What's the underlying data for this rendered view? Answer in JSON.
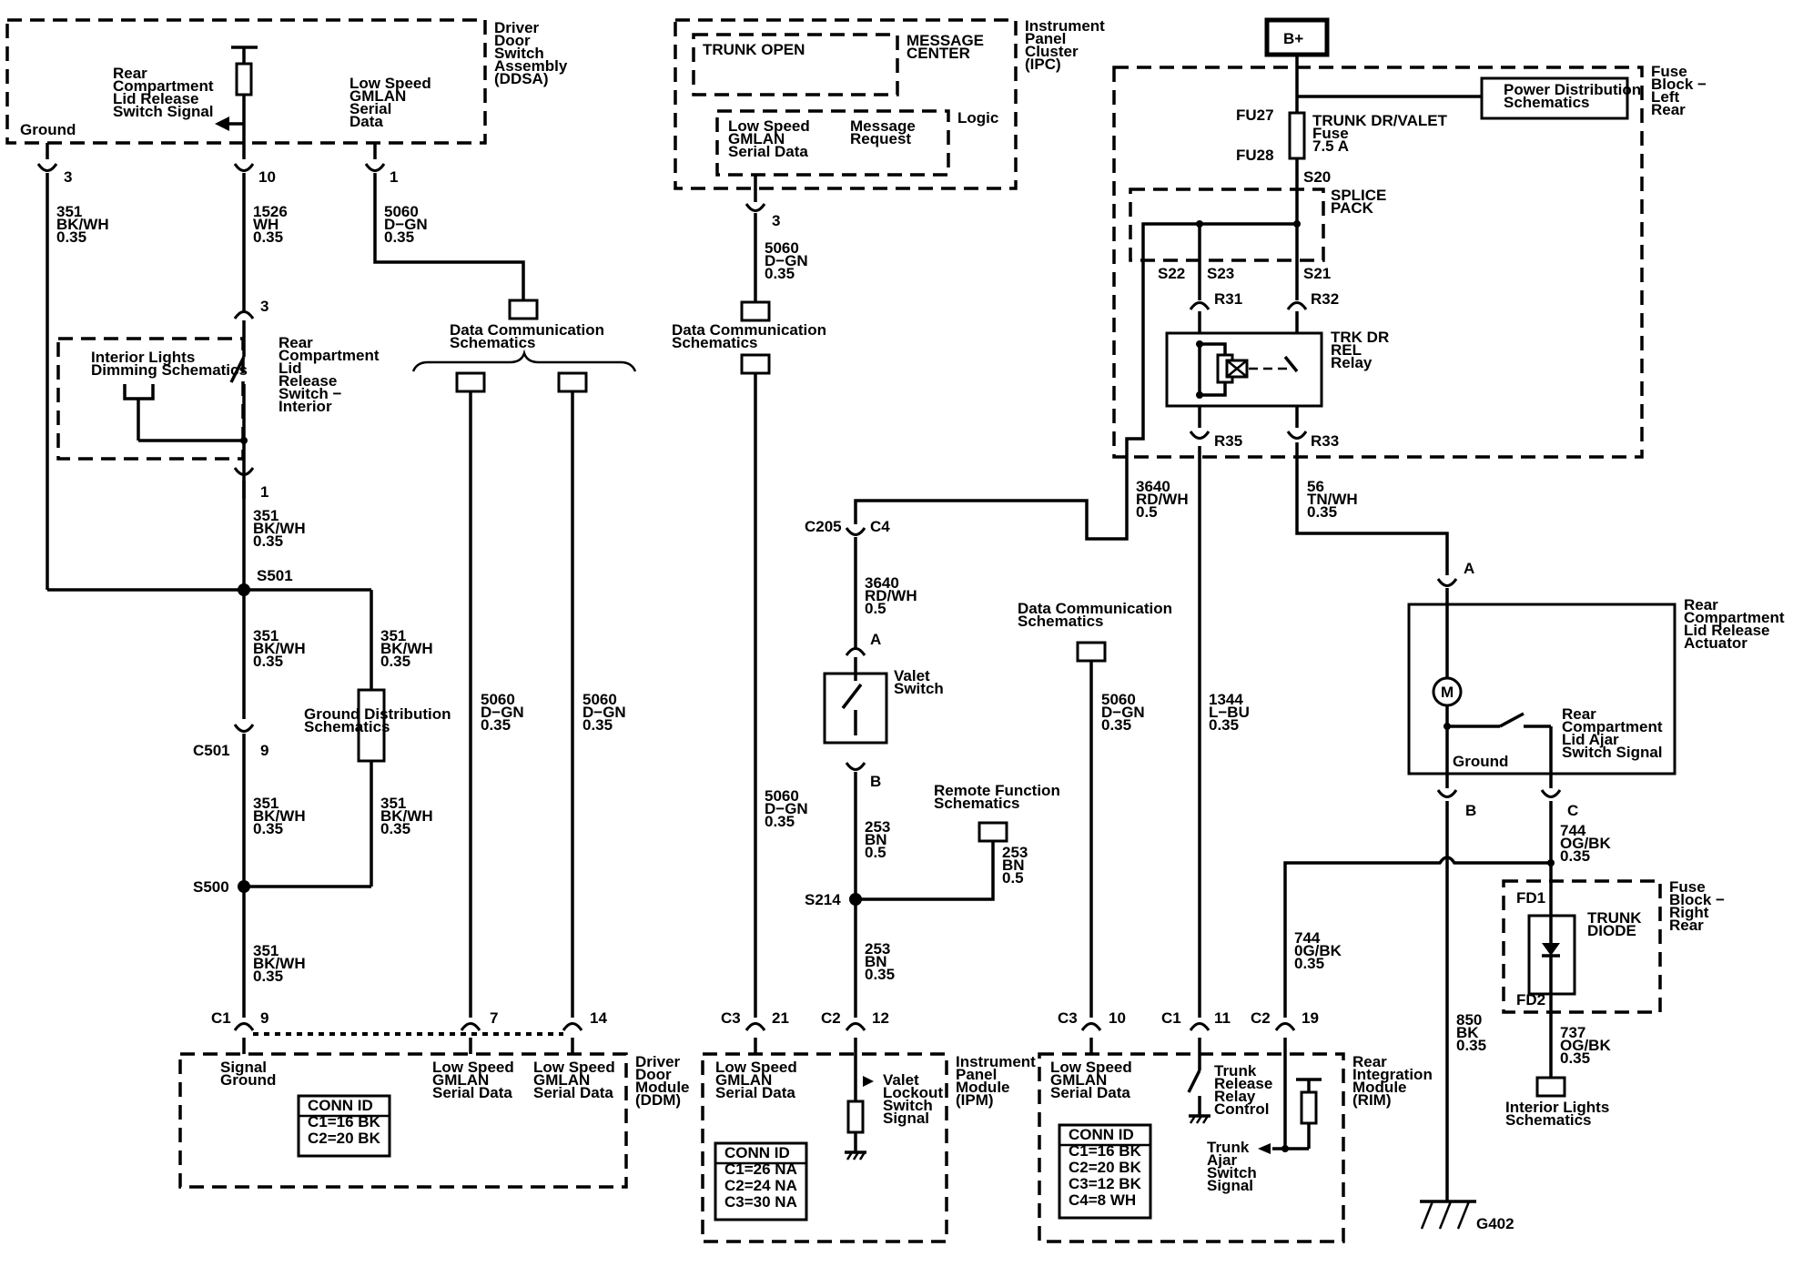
{
  "labels": {
    "ddsa_title": [
      "Driver",
      "Door",
      "Switch",
      "Assembly",
      "(DDSA)"
    ],
    "ddsa_release_signal": [
      "Rear",
      "Compartment",
      "Lid Release",
      "Switch Signal"
    ],
    "ddsa_gmlan": [
      "Low Speed",
      "GMLAN",
      "Serial",
      "Data"
    ],
    "ddsa_ground": "Ground",
    "pin_3": "3",
    "pin_10": "10",
    "pin_1a": "1",
    "wire_351_a": [
      "351",
      "BK/WH",
      "0.35"
    ],
    "wire_1526": [
      "1526",
      "WH",
      "0.35"
    ],
    "wire_5060_a": [
      "5060",
      "D−GN",
      "0.35"
    ],
    "interior_lights_dimming": [
      "Interior Lights",
      "Dimming Schematics"
    ],
    "rear_lid_switch_interior": [
      "Rear",
      "Compartment",
      "Lid",
      "Release",
      "Switch −",
      "Interior"
    ],
    "pin_3b": "3",
    "pin_1b": "1",
    "wire_351_b": [
      "351",
      "BK/WH",
      "0.35"
    ],
    "s501": "S501",
    "wire_351_c": [
      "351",
      "BK/WH",
      "0.35"
    ],
    "wire_351_d": [
      "351",
      "BK/WH",
      "0.35"
    ],
    "ground_distribution": [
      "Ground Distribution",
      "Schematics"
    ],
    "c501": "C501",
    "pin_9a": "9",
    "wire_351_e": [
      "351",
      "BK/WH",
      "0.35"
    ],
    "wire_351_f": [
      "351",
      "BK/WH",
      "0.35"
    ],
    "s500": "S500",
    "wire_351_g": [
      "351",
      "BK/WH",
      "0.35"
    ],
    "data_comm_1": [
      "Data Communication",
      "Schematics"
    ],
    "wire_5060_b": [
      "5060",
      "D−GN",
      "0.35"
    ],
    "wire_5060_c": [
      "5060",
      "D−GN",
      "0.35"
    ],
    "ddm_c1": "C1",
    "ddm_pin_9": "9",
    "ddm_pin_7": "7",
    "ddm_pin_14": "14",
    "ddm_signal_ground": [
      "Signal",
      "Ground"
    ],
    "ddm_gmlan_1": [
      "Low Speed",
      "GMLAN",
      "Serial Data"
    ],
    "ddm_gmlan_2": [
      "Low Speed",
      "GMLAN",
      "Serial Data"
    ],
    "ddm_title": [
      "Driver",
      "Door",
      "Module",
      "(DDM)"
    ],
    "ddm_conn_id": [
      "CONN ID",
      "C1=16 BK",
      "C2=20 BK"
    ],
    "ipc_trunk_open": "TRUNK OPEN",
    "ipc_message_center": [
      "MESSAGE",
      "CENTER"
    ],
    "ipc_gmlan": [
      "Low Speed",
      "GMLAN",
      "Serial Data"
    ],
    "ipc_message_request": [
      "Message",
      "Request"
    ],
    "ipc_logic": "Logic",
    "ipc_title": [
      "Instrument",
      "Panel",
      "Cluster",
      "(IPC)"
    ],
    "ipc_pin_3": "3",
    "wire_5060_d": [
      "5060",
      "D−GN",
      "0.35"
    ],
    "data_comm_2": [
      "Data Communication",
      "Schematics"
    ],
    "wire_5060_e": [
      "5060",
      "D−GN",
      "0.35"
    ],
    "ipm_c3": "C3",
    "ipm_pin_21": "21",
    "ipm_c2": "C2",
    "ipm_pin_12": "12",
    "ipm_gmlan": [
      "Low Speed",
      "GMLAN",
      "Serial Data"
    ],
    "ipm_valet_lockout": [
      "Valet",
      "Lockout",
      "Switch",
      "Signal"
    ],
    "ipm_title": [
      "Instrument",
      "Panel",
      "Module",
      "(IPM)"
    ],
    "ipm_conn_id": [
      "CONN ID",
      "C1=26 NA",
      "C2=24 NA",
      "C3=30 NA"
    ],
    "c205": "C205",
    "c4": "C4",
    "wire_3640_a": [
      "3640",
      "RD/WH",
      "0.5"
    ],
    "pin_A_valet": "A",
    "valet_switch": [
      "Valet",
      "Switch"
    ],
    "pin_B_valet": "B",
    "wire_253_a": [
      "253",
      "BN",
      "0.5"
    ],
    "remote_function": [
      "Remote Function",
      "Schematics"
    ],
    "wire_253_b": [
      "253",
      "BN",
      "0.5"
    ],
    "s214": "S214",
    "wire_253_c": [
      "253",
      "BN",
      "0.35"
    ],
    "data_comm_3": [
      "Data Communication",
      "Schematics"
    ],
    "wire_5060_f": [
      "5060",
      "D−GN",
      "0.35"
    ],
    "rim_c3": "C3",
    "rim_pin_10": "10",
    "rim_c1": "C1",
    "rim_pin_11": "11",
    "rim_c2": "C2",
    "rim_pin_19": "19",
    "rim_gmlan": [
      "Low Speed",
      "GMLAN",
      "Serial Data"
    ],
    "rim_trunk_release": [
      "Trunk",
      "Release",
      "Relay",
      "Control"
    ],
    "rim_trunk_ajar": [
      "Trunk",
      "Ajar",
      "Switch",
      "Signal"
    ],
    "rim_title": [
      "Rear",
      "Integration",
      "Module",
      "(RIM)"
    ],
    "rim_conn_id": [
      "CONN ID",
      "C1=16 BK",
      "C2=20 BK",
      "C3=12 BK",
      "C4=8 WH"
    ],
    "b_plus": "B+",
    "fuse_block_lr": [
      "Fuse",
      "Block −",
      "Left",
      "Rear"
    ],
    "power_distribution": [
      "Power Distribution",
      "Schematics"
    ],
    "fu27": "FU27",
    "fu28": "FU28",
    "trunk_fuse": [
      "TRUNK DR/VALET",
      "Fuse",
      "7.5 A"
    ],
    "s20": "S20",
    "splice_pack": [
      "SPLICE",
      "PACK"
    ],
    "s22": "S22",
    "s23": "S23",
    "s21": "S21",
    "r31": "R31",
    "r32": "R32",
    "relay": [
      "TRK DR",
      "REL",
      "Relay"
    ],
    "r35": "R35",
    "r33": "R33",
    "wire_3640_b": [
      "3640",
      "RD/WH",
      "0.5"
    ],
    "wire_56": [
      "56",
      "TN/WH",
      "0.35"
    ],
    "wire_1344": [
      "1344",
      "L−BU",
      "0.35"
    ],
    "actuator_pin_A": "A",
    "actuator_title": [
      "Rear",
      "Compartment",
      "Lid Release",
      "Actuator"
    ],
    "motor": "M",
    "actuator_ground": "Ground",
    "lid_ajar": [
      "Rear",
      "Compartment",
      "Lid Ajar",
      "Switch Signal"
    ],
    "actuator_pin_B": "B",
    "actuator_pin_C": "C",
    "wire_744_a": [
      "744",
      "OG/BK",
      "0.35"
    ],
    "wire_744_b": [
      "744",
      "0G/BK",
      "0.35"
    ],
    "fd1": "FD1",
    "trunk_diode": [
      "TRUNK",
      "DIODE"
    ],
    "fuse_block_rr": [
      "Fuse",
      "Block −",
      "Right",
      "Rear"
    ],
    "fd2": "FD2",
    "wire_850": [
      "850",
      "BK",
      "0.35"
    ],
    "wire_737": [
      "737",
      "OG/BK",
      "0.35"
    ],
    "interior_lights_2": [
      "Interior Lights",
      "Schematics"
    ],
    "g402": "G402"
  }
}
